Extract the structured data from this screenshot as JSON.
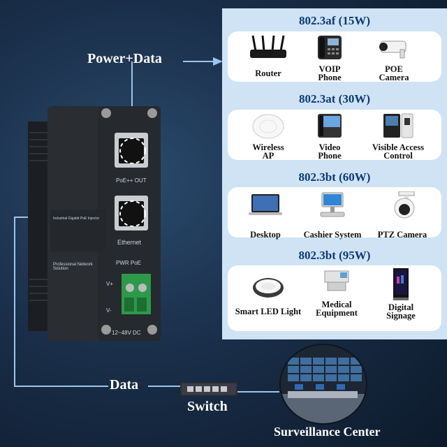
{
  "annotations": {
    "power_data": "Power+Data",
    "data": "Data",
    "switch": "Switch",
    "surveillance": "Surveillance Center"
  },
  "device": {
    "poe_out": "PoE++ OUT",
    "ethernet": "Ethernet",
    "pwr": "PWR PoE",
    "vplus": "V+",
    "vminus": "V-",
    "voltage": "12~48V DC",
    "brand_line1": "Industrial Gigabit PoE Injector",
    "brand_line2": "Professional Network Solution"
  },
  "sections": [
    {
      "title": "802.3af (15W)",
      "items": [
        {
          "label": "Router",
          "icon": "router-icon"
        },
        {
          "label": "VOIP Phone",
          "icon": "voip-phone-icon"
        },
        {
          "label": "POE Camera",
          "icon": "poe-camera-icon"
        }
      ]
    },
    {
      "title": "802.3at (30W)",
      "items": [
        {
          "label": "Wireless AP",
          "icon": "wireless-ap-icon"
        },
        {
          "label": "Video Phone",
          "icon": "video-phone-icon"
        },
        {
          "label": "Visible Access Control",
          "icon": "access-control-icon"
        }
      ]
    },
    {
      "title": "802.3bt (60W)",
      "items": [
        {
          "label": "Desktop",
          "icon": "desktop-icon"
        },
        {
          "label": "Cashier System",
          "icon": "cashier-icon"
        },
        {
          "label": "PTZ Camera",
          "icon": "ptz-camera-icon"
        }
      ]
    },
    {
      "title": "802.3bt (95W)",
      "items": [
        {
          "label": "Smart LED Light",
          "icon": "led-light-icon"
        },
        {
          "label": "Medical Equipment",
          "icon": "medical-icon"
        },
        {
          "label": "Digital Signage",
          "icon": "signage-icon"
        }
      ]
    }
  ],
  "colors": {
    "panel_bg": "#cfe3f4",
    "title": "#0c3a78",
    "line": "#9fc4ea",
    "terminal": "#2d9a4a"
  }
}
